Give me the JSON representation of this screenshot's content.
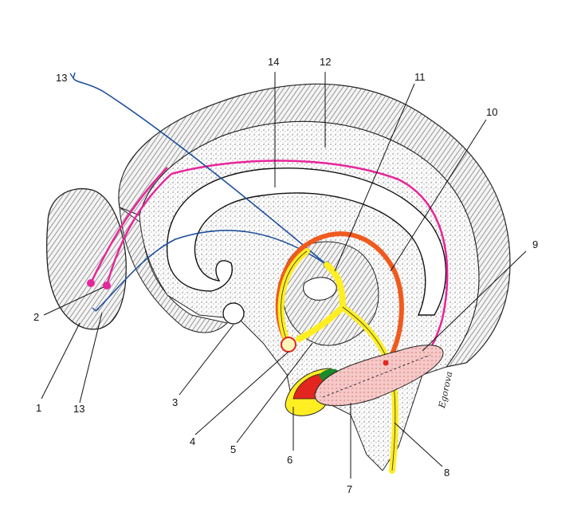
{
  "labels": {
    "l1": "1",
    "l2": "2",
    "l3": "3",
    "l4": "4",
    "l5": "5",
    "l6": "6",
    "l7": "7",
    "l8": "8",
    "l9": "9",
    "l10": "10",
    "l11": "11",
    "l12": "12",
    "l13a": "13",
    "l13b": "13",
    "l14": "14"
  },
  "signature": "Egorova",
  "colors": {
    "magenta_fibers": "#e8259a",
    "blue_fibers": "#1f4f9c",
    "orange_tract": "#f05a1e",
    "yellow_tract": "#ffee22",
    "red_nucleus": "#e2261f",
    "green_nucleus": "#1a8a2a",
    "pink_body": "#f6c9c9",
    "outline": "#111111"
  }
}
